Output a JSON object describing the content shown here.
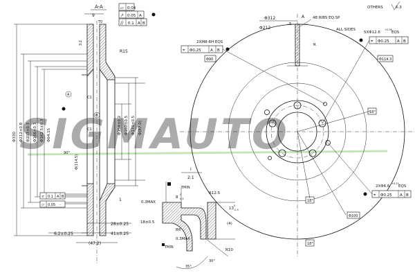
{
  "colors": {
    "watermark_green": "#55b73a",
    "ink": "#111111"
  },
  "watermark": {
    "text": "SIGMAUTO"
  },
  "section": {
    "title": "A-A",
    "top_width": "9",
    "top_t": "T0",
    "chamfer": "3.2",
    "radius_r15": "R15",
    "fcf_flatness": "0.04",
    "fcf_runout": "0.05",
    "fcf_runout_datum": "A",
    "fcf_parallel": "0.1",
    "fcf_parallel_datum1": "A",
    "fcf_parallel_datum2": "B",
    "dia_330": "Φ330",
    "dia_330_tol": "0-1",
    "dia_212": "Φ212±0.8",
    "dia_203": "Φ203±0.3",
    "dia_166": "Φ166±0.3",
    "dia_162": "Φ162.5±0.3",
    "dia_64": "Φ64.15",
    "dia_64_tol": "+0.1",
    "dia_154": "Φ154±0.2",
    "dia_160": "Φ160±0.5",
    "dia_170": "Φ170±0.5",
    "dia_87": "Φ(87.0)",
    "dia_114": "Φ(114.5)",
    "c1": "C1",
    "c2": "C1",
    "angle_90": "90°",
    "ref_1": "1",
    "datum_a": "A",
    "datum_b": "B",
    "dim_28": "28±0.25",
    "dim_41": "41±0.25",
    "dim_6_2": "6.2±0.25",
    "dim_47": "(47.2)",
    "fcf_left1_value": "0.1",
    "fcf_left1_datum1": "A",
    "fcf_left1_datum2": "B",
    "fcf_left2_value": "0.05",
    "fcf_left2_suffix": "-"
  },
  "detail": {
    "title": "I",
    "scale": "2:1",
    "tmin_top": "TMIN",
    "tmin_bottom": "TMIN",
    "r12": "R12.5",
    "r6": "R6",
    "r10": "R10",
    "dim_0_3max_top": "0.3MAX",
    "dim_0_3max_bot": "0.3MAX",
    "dim_18": "18±0.5",
    "dim_13": "13",
    "dim_13_sup": "0",
    "dim_13_sub": "-0.5",
    "dim_4": "(4)",
    "dim_8": "8",
    "dim_8_sup": "0",
    "dim_8_sub": "0.5",
    "angle_35": "35°",
    "angle_30": "30°"
  },
  "front": {
    "others": "OTHERS",
    "others_roughness": "6.3",
    "dia_312": "Φ312",
    "dia_212": "Φ212",
    "dim_5": "5",
    "datum_a": "A",
    "ribs_note_line1": "48 RIBS EQ.SP",
    "ribs_note_line2": "ALL SIDES",
    "radius_r": "R",
    "holes_note": "2XM8-6H EQS",
    "holes_fcf_value": "Φ0.25",
    "holes_fcf_d1": "A",
    "holes_fcf_d2": "B",
    "holes_box": "Φ90",
    "bolt_note": "5XΦ12.6",
    "bolt_note_tol": "+0.38",
    "bolt_note_eqs": "EQS",
    "bolt_fcf_value": "Φ0.25",
    "bolt_fcf_d1": "A",
    "bolt_fcf_d2": "B",
    "bolt_box": "Φ114.3",
    "small_note": "2XΦ6.6",
    "small_tol": "+0.25",
    "small_eqs": "EQS",
    "small_fcf_value": "Φ0.25",
    "small_fcf_d1": "A",
    "small_fcf_d2": "B",
    "small_box": "Φ100",
    "angle_18a": "18°",
    "angle_18b": "18°",
    "angle_18c": "18°"
  }
}
